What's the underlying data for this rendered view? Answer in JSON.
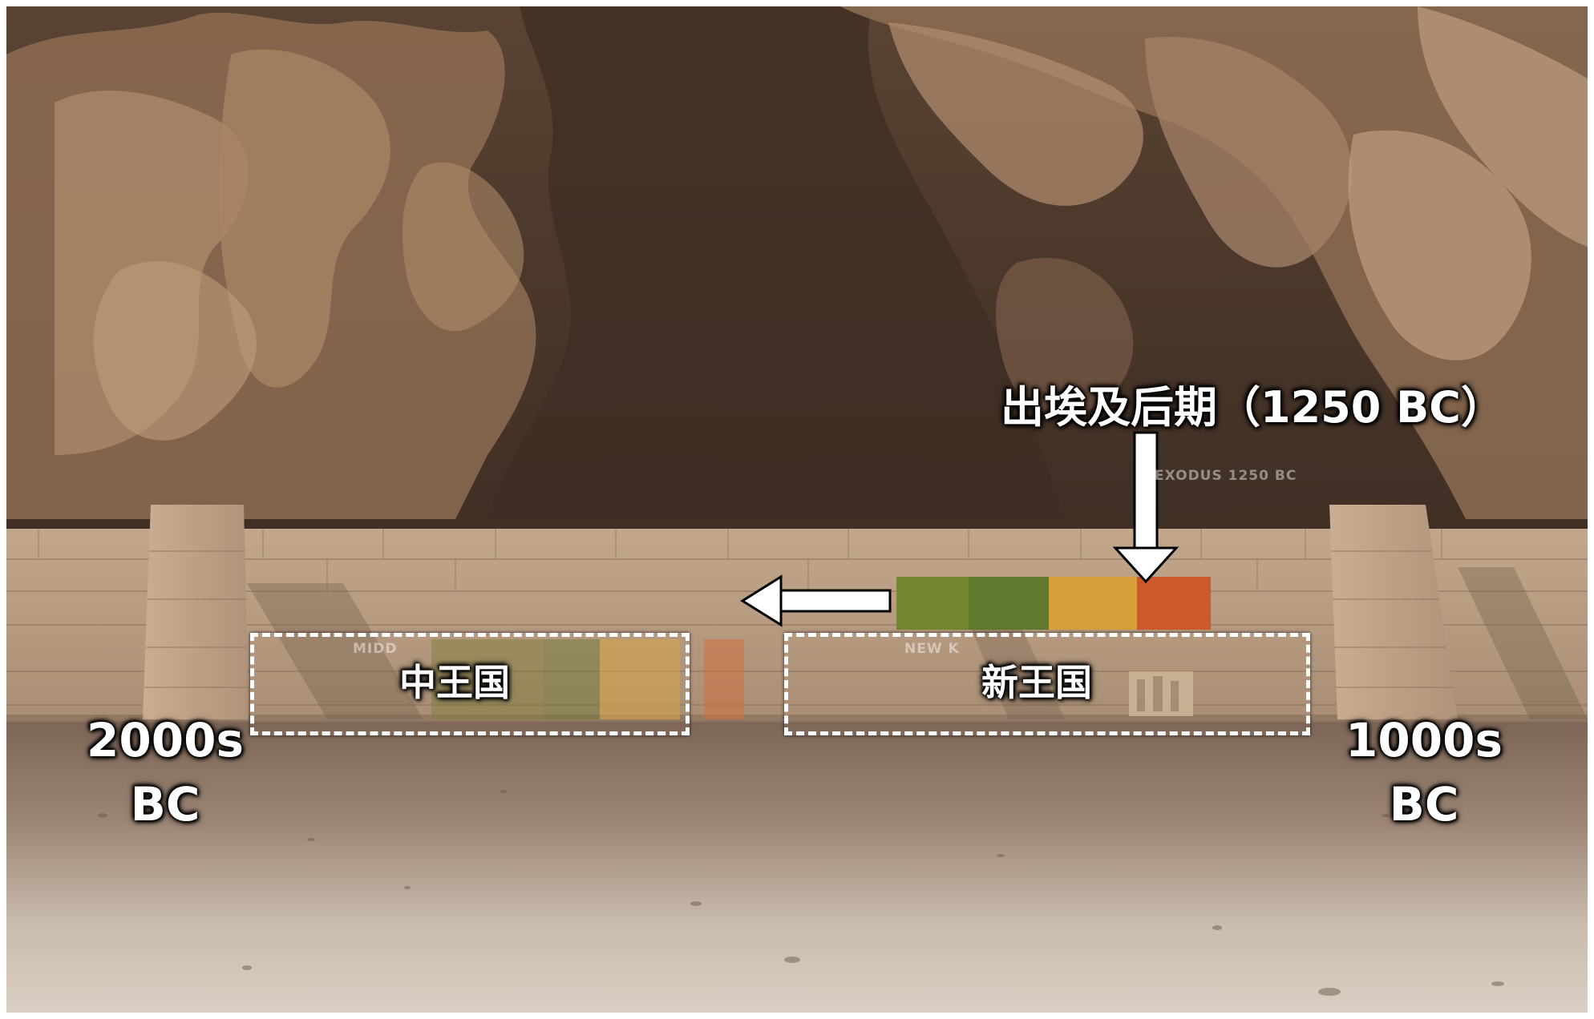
{
  "annotations": {
    "exodus_label": "出埃及后期（1250 BC）",
    "middle_kingdom": "中王国",
    "new_kingdom": "新王国",
    "left_date_line1": "2000s",
    "left_date_line2": "BC",
    "right_date_line1": "1000s",
    "right_date_line2": "BC"
  },
  "wall_text": {
    "exodus": "EXODUS 1250 BC",
    "middle": "MIDD",
    "new": "NEW K"
  },
  "colors": {
    "sky_rock": "#4f3a2c",
    "rock_light": "#a27f60",
    "wall": "#b79d83",
    "ground": "#8f7766",
    "band_green_dark": "#74862f",
    "band_green": "#5f7a2c",
    "band_yellow": "#d7a03a",
    "band_orange": "#ce5a2c",
    "annotation": "#ffffff"
  }
}
